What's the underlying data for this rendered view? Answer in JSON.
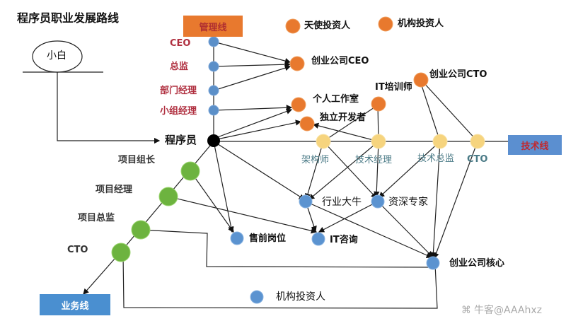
{
  "title": "程序员职业发展路线",
  "start": {
    "label": "小白"
  },
  "programmer": {
    "label": "程序员"
  },
  "lines": {
    "management": {
      "label": "管理线",
      "color": "#e8792e",
      "text_color": "#b03030"
    },
    "technical": {
      "label": "技术线",
      "color": "#5b8fd0",
      "text_color": "#c0282e"
    },
    "business": {
      "label": "业务线",
      "color": "#4a8fd0",
      "text_color": "#ffffff"
    }
  },
  "management_nodes": [
    {
      "label": "CEO"
    },
    {
      "label": "总监"
    },
    {
      "label": "部门经理"
    },
    {
      "label": "小组经理"
    }
  ],
  "technical_nodes": [
    {
      "label": "架构师"
    },
    {
      "label": "技术经理"
    },
    {
      "label": "技术总监"
    },
    {
      "label": "CTO"
    }
  ],
  "business_nodes": [
    {
      "label": "项目组长"
    },
    {
      "label": "项目经理"
    },
    {
      "label": "项目总监"
    },
    {
      "label": "CTO"
    }
  ],
  "orange_nodes": [
    {
      "label": "天使投资人"
    },
    {
      "label": "机构投资人"
    },
    {
      "label": "创业公司CEO"
    },
    {
      "label": "创业公司CTO"
    },
    {
      "label": "IT培训师"
    },
    {
      "label": "个人工作室"
    },
    {
      "label": "独立开发者"
    }
  ],
  "blue_nodes": [
    {
      "label": "行业大牛"
    },
    {
      "label": "资深专家"
    },
    {
      "label": "售前岗位"
    },
    {
      "label": "IT咨询"
    },
    {
      "label": "创业公司核心"
    },
    {
      "label": "机构投资人"
    }
  ],
  "watermark": "牛客@AAAhxz",
  "colors": {
    "mgmt_node": "#5b8fc8",
    "tech_node": "#f6d47e",
    "biz_node": "#6db33f",
    "orange_node": "#e8792e",
    "blue_node": "#5b93d0",
    "programmer_node": "#000000"
  }
}
